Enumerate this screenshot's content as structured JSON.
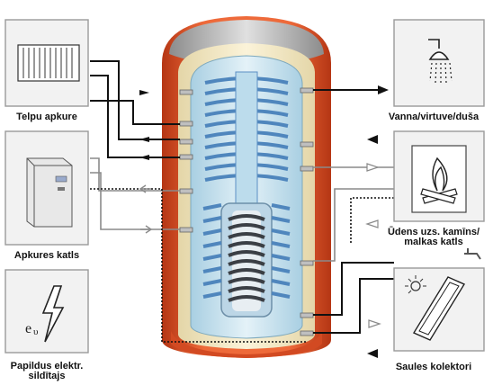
{
  "diagram": {
    "labels": {
      "room_heater": "Telpu apkure",
      "boiler": "Apkures katls",
      "electric_heater": "Papildus elektr.\nsildītajs",
      "bath": "Vanna/virtuve/duša",
      "fireplace": "Ūdens uzs. kamīns/\nmalkas katls",
      "solar": "Saules kolektori"
    },
    "icons": {
      "room_heater": "radiator-icon",
      "boiler": "boiler-icon",
      "electric_heater": "electric-lightning-icon",
      "bath": "shower-icon",
      "fireplace": "fireplace-flame-icon",
      "solar": "solar-panel-icon"
    },
    "colors": {
      "box_fill": "#f2f2f2",
      "box_stroke": "#9a9a9a",
      "tank_outer": "#e2562b",
      "tank_insulation": "#f3e9c6",
      "tank_water": "#cfe6f0",
      "coil": "#5b8fc4",
      "pipe": "#111111",
      "arrow_outline": "#9a9a9a"
    }
  }
}
